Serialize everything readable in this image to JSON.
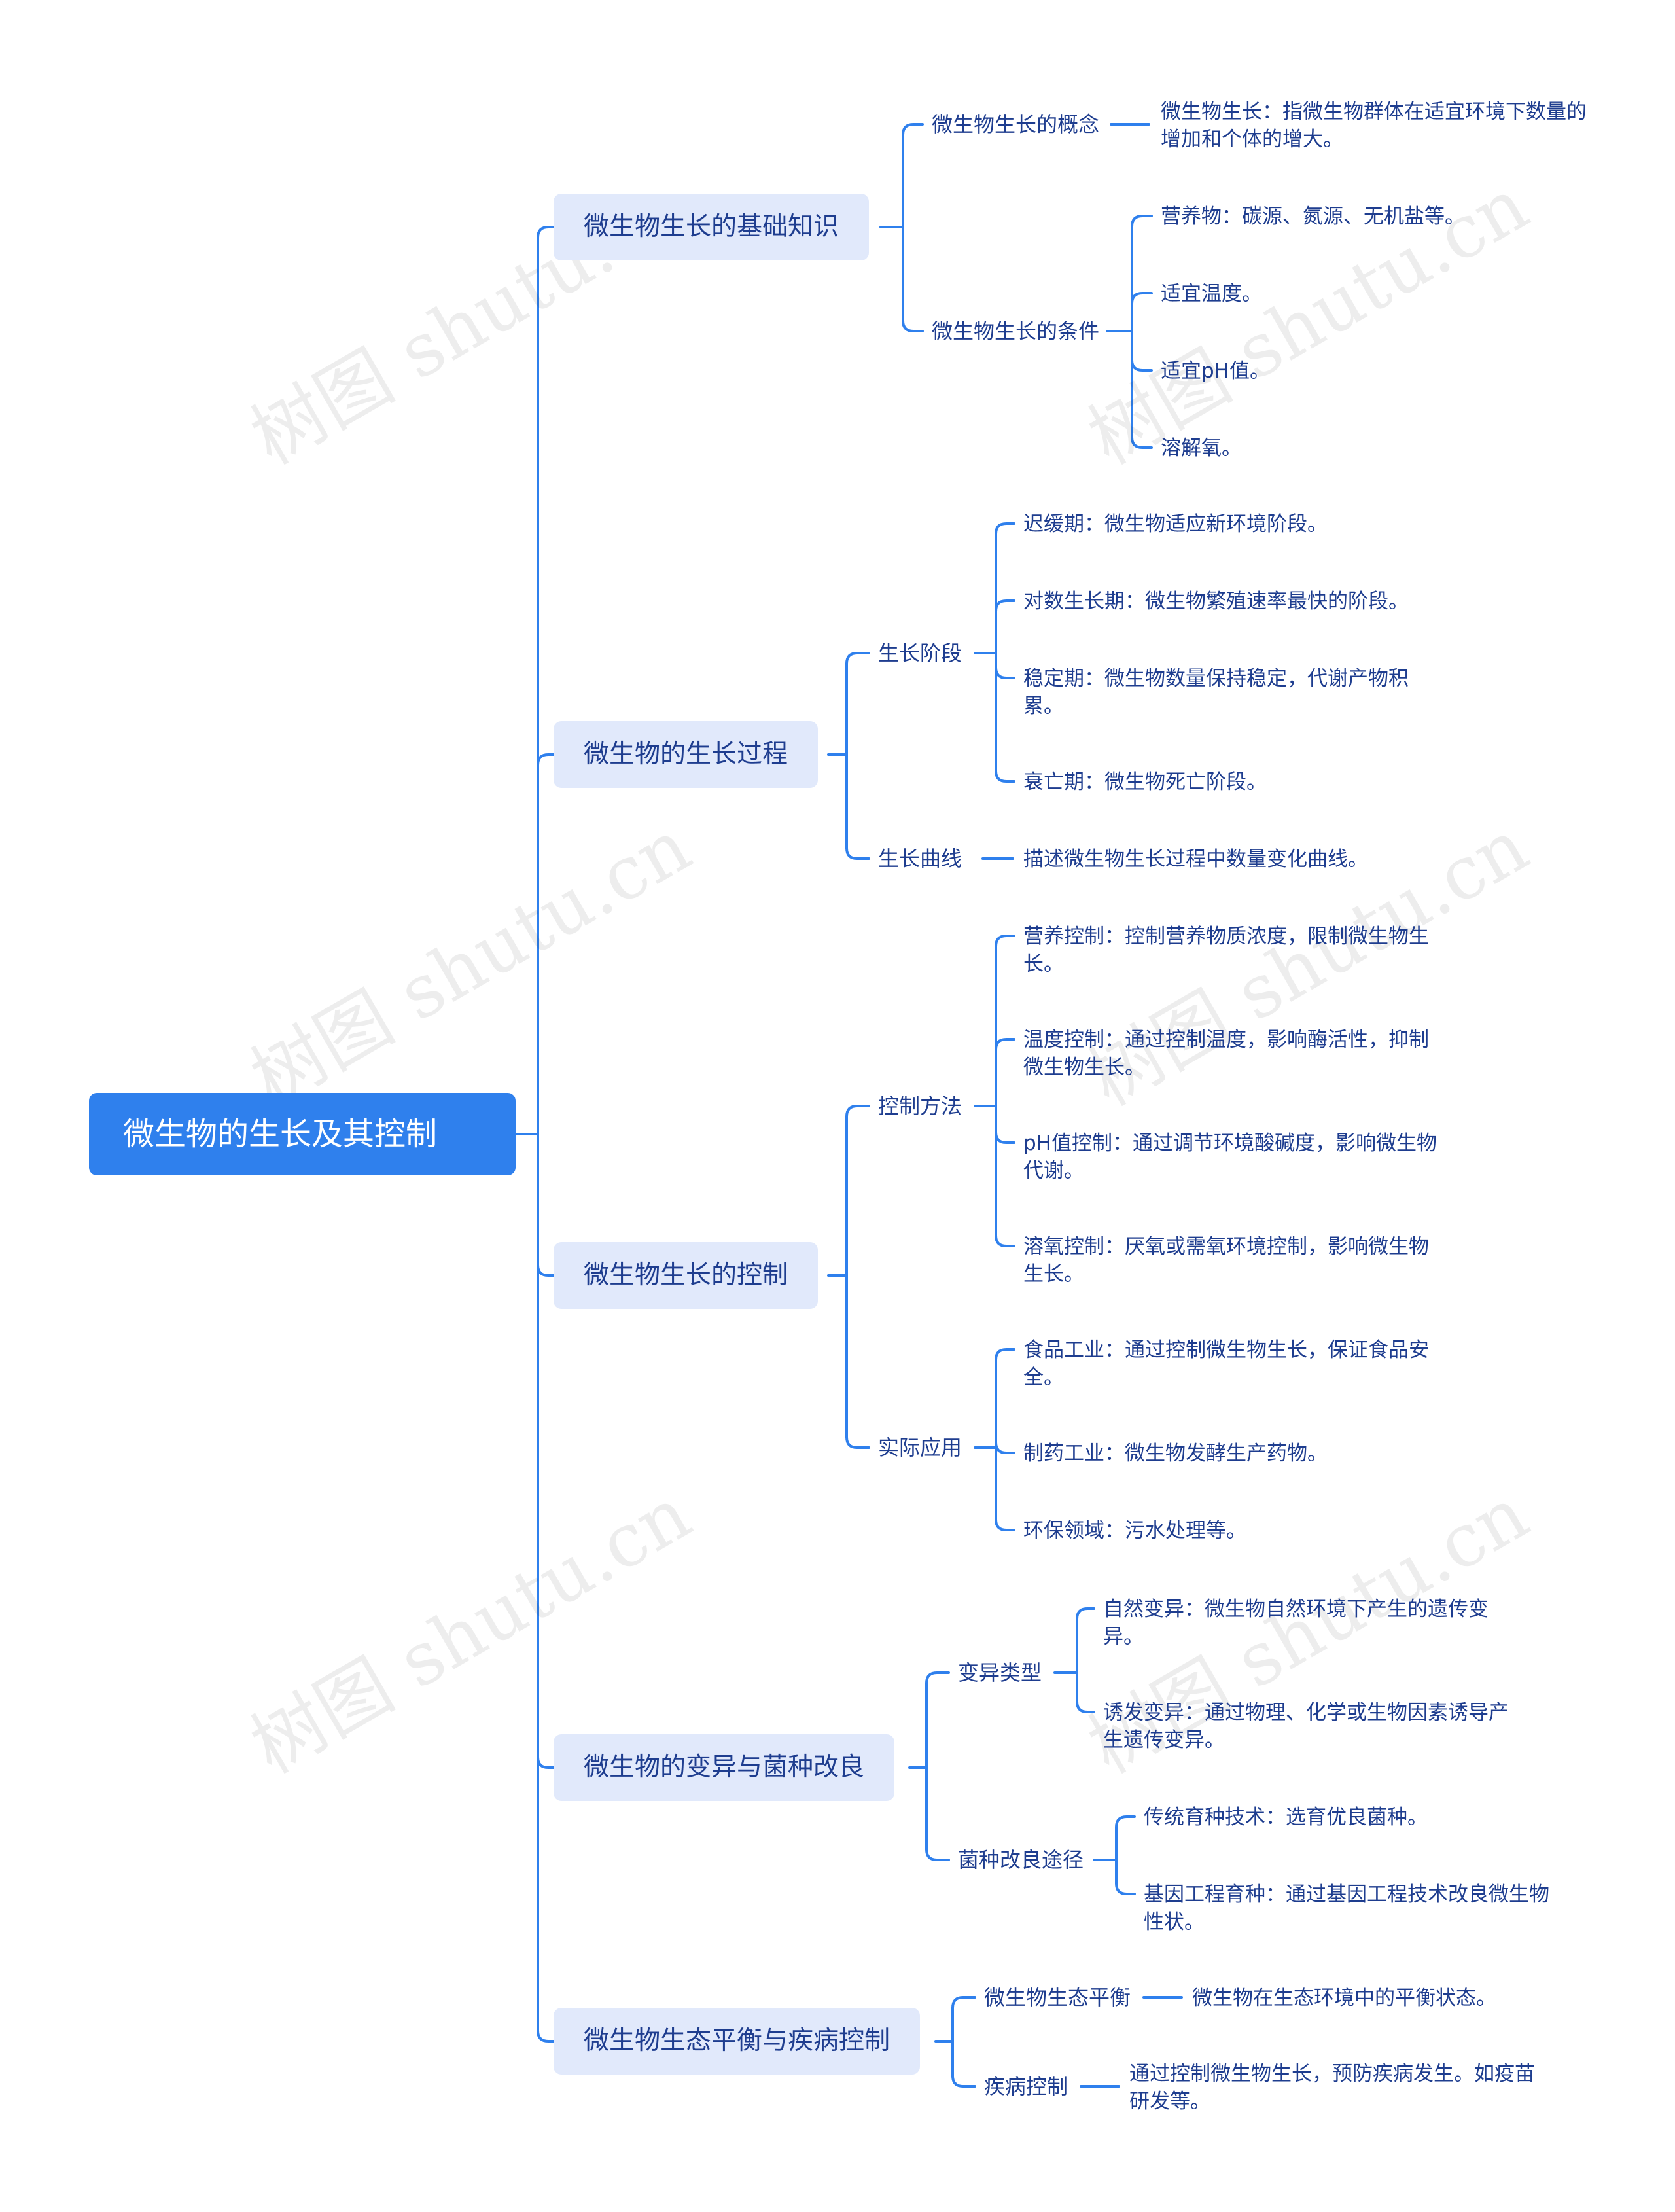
{
  "watermark": "树图 shutu.cn",
  "root": {
    "label": "微生物的生长及其控制"
  },
  "branches": [
    {
      "label": "微生物生长的基础知识",
      "children": [
        {
          "label": "微生物生长的概念",
          "leaves": [
            "微生物生长：指微生物群体在适宜环境下数量的增加和个体的增大。"
          ]
        },
        {
          "label": "微生物生长的条件",
          "leaves": [
            "营养物：碳源、氮源、无机盐等。",
            "适宜温度。",
            "适宜pH值。",
            "溶解氧。"
          ]
        }
      ]
    },
    {
      "label": "微生物的生长过程",
      "children": [
        {
          "label": "生长阶段",
          "leaves": [
            "迟缓期：微生物适应新环境阶段。",
            "对数生长期：微生物繁殖速率最快的阶段。",
            "稳定期：微生物数量保持稳定，代谢产物积累。",
            "衰亡期：微生物死亡阶段。"
          ]
        },
        {
          "label": "生长曲线",
          "leaves": [
            "描述微生物生长过程中数量变化曲线。"
          ]
        }
      ]
    },
    {
      "label": "微生物生长的控制",
      "children": [
        {
          "label": "控制方法",
          "leaves": [
            "营养控制：控制营养物质浓度，限制微生物生长。",
            "温度控制：通过控制温度，影响酶活性，抑制微生物生长。",
            "pH值控制：通过调节环境酸碱度，影响微生物代谢。",
            "溶氧控制：厌氧或需氧环境控制，影响微生物生长。"
          ]
        },
        {
          "label": "实际应用",
          "leaves": [
            "食品工业：通过控制微生物生长，保证食品安全。",
            "制药工业：微生物发酵生产药物。",
            "环保领域：污水处理等。"
          ]
        }
      ]
    },
    {
      "label": "微生物的变异与菌种改良",
      "children": [
        {
          "label": "变异类型",
          "leaves": [
            "自然变异：微生物自然环境下产生的遗传变异。",
            "诱发变异：通过物理、化学或生物因素诱导产生遗传变异。"
          ]
        },
        {
          "label": "菌种改良途径",
          "leaves": [
            "传统育种技术：选育优良菌种。",
            "基因工程育种：通过基因工程技术改良微生物性状。"
          ]
        }
      ]
    },
    {
      "label": "微生物生态平衡与疾病控制",
      "children": [
        {
          "label": "微生物生态平衡",
          "leaves": [
            "微生物在生态环境中的平衡状态。"
          ]
        },
        {
          "label": "疾病控制",
          "leaves": [
            "通过控制微生物生长，预防疾病发生。如疫苗研发等。"
          ]
        }
      ]
    }
  ],
  "colors": {
    "root_bg": "#2f80ed",
    "branch_bg": "#e1e9fb",
    "line": "#2f80ed",
    "text": "#1e3d8f"
  }
}
